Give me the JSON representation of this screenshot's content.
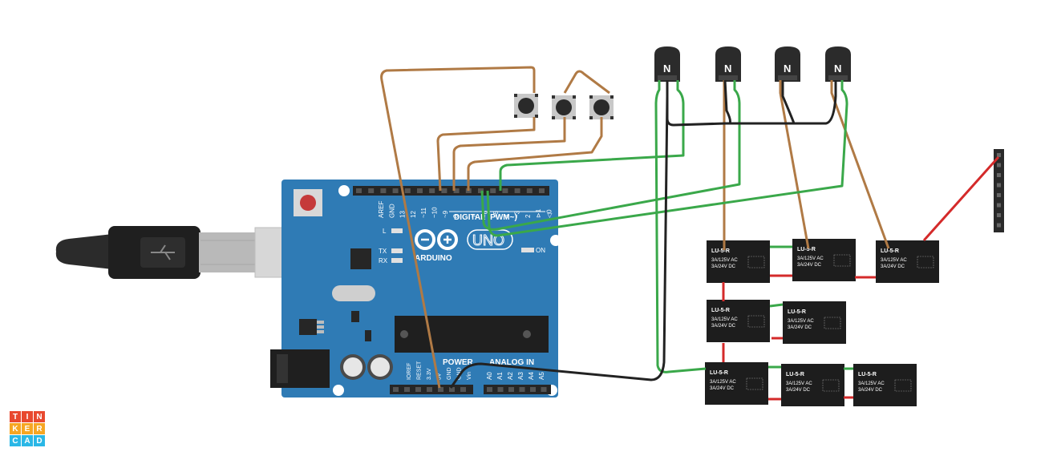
{
  "board": {
    "label_uno": "UNO",
    "label_arduino": "ARDUINO",
    "label_digital": "DIGITAL (PWM~)",
    "label_power": "POWER",
    "label_analog": "ANALOG IN",
    "label_on": "ON",
    "label_l": "L",
    "label_tx": "TX",
    "label_rx": "RX",
    "label_tx_pin": "TX",
    "label_rx_pin": "RX",
    "digital_pins": [
      "AREF",
      "GND",
      "13",
      "12",
      "~11",
      "~10",
      "~9",
      "8",
      "7",
      "~6",
      "~5",
      "4",
      "~3",
      "2",
      "⊳1",
      "◁0"
    ],
    "power_pins": [
      "IOREF",
      "RESET",
      "3.3V",
      "5V",
      "GND",
      "GND",
      "Vin"
    ],
    "analog_pins": [
      "A0",
      "A1",
      "A2",
      "A3",
      "A4",
      "A5"
    ]
  },
  "transistors": [
    {
      "label": "N"
    },
    {
      "label": "N"
    },
    {
      "label": "N"
    },
    {
      "label": "N"
    }
  ],
  "relays": [
    {
      "name": "LU-5-R",
      "line1": "3A/125V AC",
      "line2": "3A/24V DC"
    },
    {
      "name": "LU-5-R",
      "line1": "3A/125V AC",
      "line2": "3A/24V DC"
    },
    {
      "name": "LU-5-R",
      "line1": "3A/125V AC",
      "line2": "3A/24V DC"
    },
    {
      "name": "LU-5-R",
      "line1": "3A/125V AC",
      "line2": "3A/24V DC"
    },
    {
      "name": "LU-5-R",
      "line1": "3A/125V AC",
      "line2": "3A/24V DC"
    },
    {
      "name": "LU-5-R",
      "line1": "3A/125V AC",
      "line2": "3A/24V DC"
    },
    {
      "name": "LU-5-R",
      "line1": "3A/125V AC",
      "line2": "3A/24V DC"
    },
    {
      "name": "LU-5-R",
      "line1": "3A/125V AC",
      "line2": "3A/24V DC"
    }
  ],
  "logo": {
    "letters": [
      "T",
      "I",
      "N",
      "K",
      "E",
      "R",
      "C",
      "A",
      "D"
    ],
    "colors": [
      "#e8492f",
      "#e8492f",
      "#e8492f",
      "#f6a623",
      "#f6a623",
      "#f6a623",
      "#2ab7e6",
      "#2ab7e6",
      "#2ab7e6"
    ]
  },
  "colors": {
    "board": "#2f7bb5",
    "wire_brown": "#b07a45",
    "wire_green": "#3aa84a",
    "wire_black": "#222222",
    "wire_red": "#d42a2a",
    "relay": "#1d1d1d"
  }
}
